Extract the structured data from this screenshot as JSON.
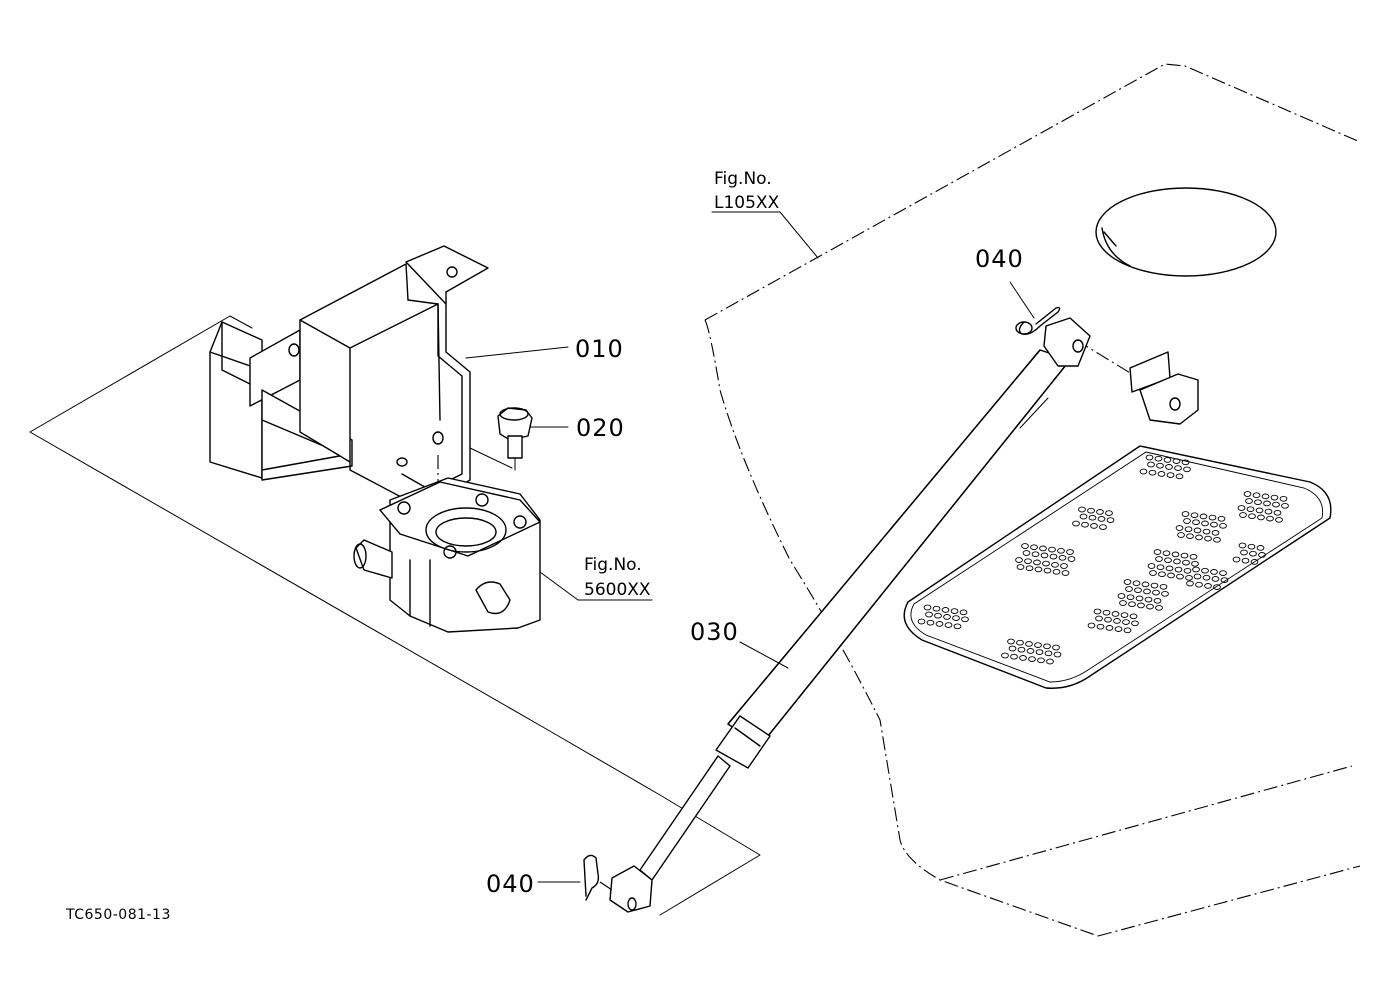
{
  "callouts": {
    "part_010": "010",
    "part_020": "020",
    "part_030": "030",
    "part_040_top": "040",
    "part_040_bottom": "040"
  },
  "references": {
    "fig_5600": {
      "line1": "Fig.No.",
      "line2": "5600XX"
    },
    "fig_l105": {
      "line1": "Fig.No.",
      "line2": "L105XX"
    }
  },
  "drawing_code": "TC650-081-13"
}
